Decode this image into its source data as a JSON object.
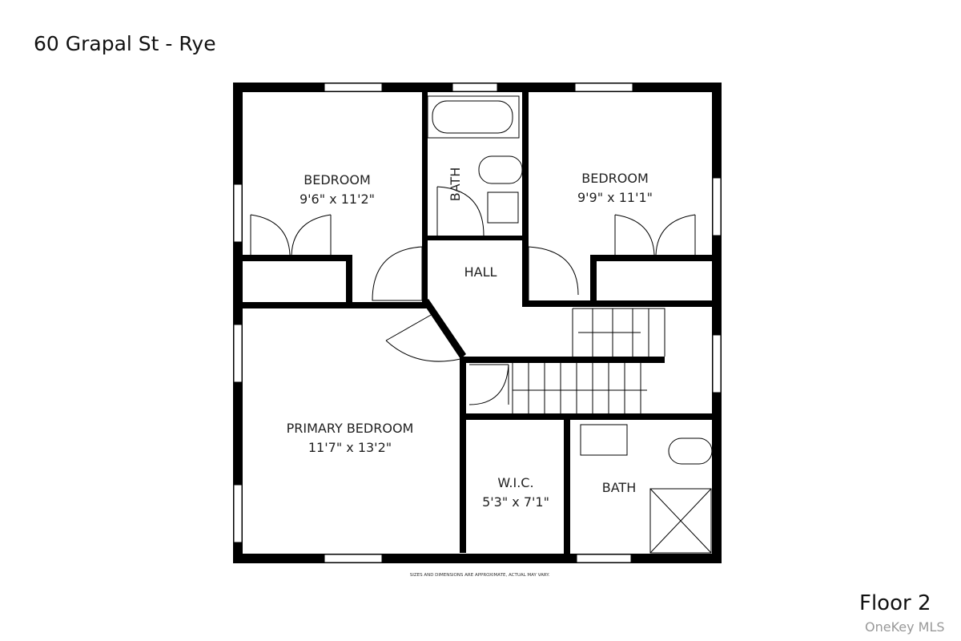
{
  "title": "60 Grapal St - Rye",
  "floor_label": "Floor 2",
  "watermark": "OneKey MLS",
  "disclaimer": "SIZES AND DIMENSIONS ARE APPROXIMATE, ACTUAL MAY VARY.",
  "rooms": [
    {
      "name": "BEDROOM",
      "size": "9'6\" x 11'2\""
    },
    {
      "name": "BATH",
      "size": ""
    },
    {
      "name": "BEDROOM",
      "size": "9'9\" x 11'1\""
    },
    {
      "name": "HALL",
      "size": ""
    },
    {
      "name": "PRIMARY BEDROOM",
      "size": "11'7\" x 13'2\""
    },
    {
      "name": "W.I.C.",
      "size": "5'3\" x 7'1\""
    },
    {
      "name": "BATH",
      "size": ""
    }
  ]
}
